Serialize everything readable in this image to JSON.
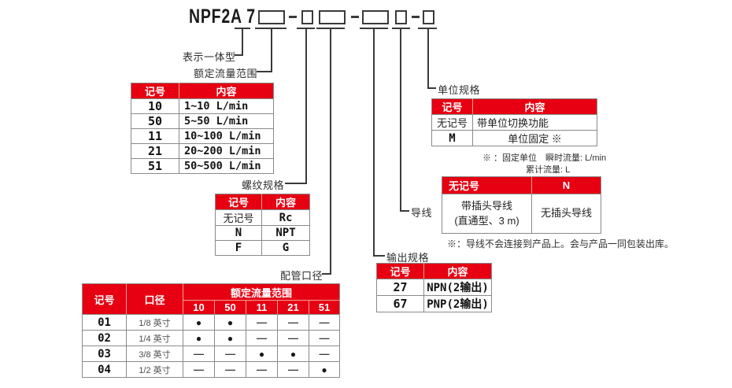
{
  "model_code": {
    "prefix": "NPF2A 7"
  },
  "callouts": {
    "integrated": "表示一体型",
    "flow": "额定流量范围",
    "thread": "螺纹规格",
    "piping": "配管口径",
    "output": "输出规格",
    "lead": "导线",
    "unit": "单位规格"
  },
  "flow_table": {
    "headers": [
      "记号",
      "内容"
    ],
    "rows": [
      [
        "10",
        "1~10 L/min"
      ],
      [
        "50",
        "5~50 L/min"
      ],
      [
        "11",
        "10~100 L/min"
      ],
      [
        "21",
        "20~200 L/min"
      ],
      [
        "51",
        "50~500 L/min"
      ]
    ]
  },
  "thread_table": {
    "headers": [
      "记号",
      "内容"
    ],
    "rows": [
      [
        "无记号",
        "Rc"
      ],
      [
        "N",
        "NPT"
      ],
      [
        "F",
        "G"
      ]
    ]
  },
  "piping_table": {
    "header_code": "记号",
    "header_size": "口径",
    "header_group": "额定流量范围",
    "flow_cols": [
      "10",
      "50",
      "11",
      "21",
      "51"
    ],
    "rows": [
      {
        "code": "01",
        "size": "1/8 英寸",
        "marks": [
          "●",
          "●",
          "—",
          "—",
          "—"
        ]
      },
      {
        "code": "02",
        "size": "1/4 英寸",
        "marks": [
          "●",
          "●",
          "—",
          "—",
          "—"
        ]
      },
      {
        "code": "03",
        "size": "3/8 英寸",
        "marks": [
          "—",
          "—",
          "●",
          "●",
          "—"
        ]
      },
      {
        "code": "04",
        "size": "1/2 英寸",
        "marks": [
          "—",
          "—",
          "—",
          "—",
          "●"
        ]
      }
    ]
  },
  "output_table": {
    "headers": [
      "记号",
      "内容"
    ],
    "rows": [
      [
        "27",
        "NPN(2输出)"
      ],
      [
        "67",
        "PNP(2输出)"
      ]
    ]
  },
  "lead_table": {
    "headers": [
      "无记号",
      "N"
    ],
    "plug_line1": "带插头导线",
    "plug_line2": "(直通型、3 m)",
    "no_plug": "无插头导线",
    "note": "※：导线不会连接到产品上。会与产品一同包装出库。"
  },
  "unit_table": {
    "headers": [
      "记号",
      "内容"
    ],
    "rows": [
      [
        "无记号",
        "带单位切换功能"
      ],
      [
        "M",
        "单位固定 ※"
      ]
    ],
    "note_line1": "※ ：固定单位　瞬时流量: L/min",
    "note_line2": "累计流量: L"
  },
  "colors": {
    "header_red": "#e60012",
    "line_color": "#3a3a3a"
  }
}
